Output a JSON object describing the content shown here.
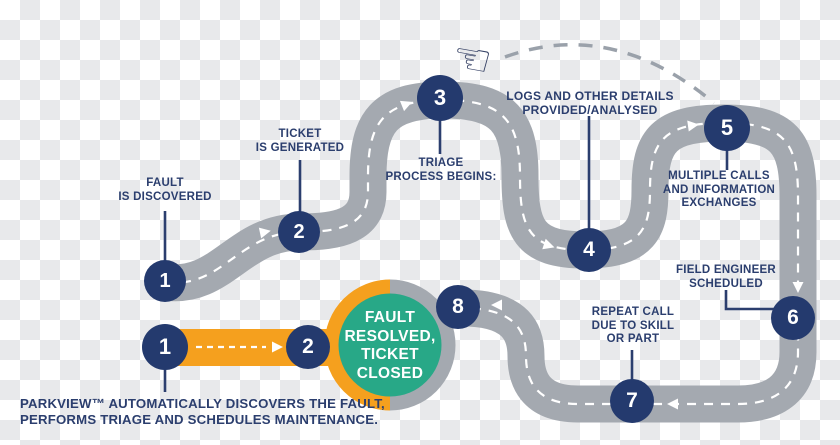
{
  "background": {
    "style": "transparency-checkerboard"
  },
  "palette": {
    "navy": "#243a6e",
    "text_navy": "#2b3e6e",
    "road_gray": "#a4a9b0",
    "orange": "#f5a01e",
    "teal": "#28a887",
    "white": "#ffffff"
  },
  "journey": {
    "steps": [
      {
        "num": "1",
        "label_lines": [
          "FAULT",
          "IS DISCOVERED"
        ]
      },
      {
        "num": "2",
        "label_lines": [
          "TICKET",
          "IS GENERATED"
        ]
      },
      {
        "num": "3",
        "label_lines": [
          "TRIAGE",
          "PROCESS BEGINS:"
        ]
      },
      {
        "num": "4",
        "label_lines": [
          "LOGS AND OTHER DETAILS",
          "PROVIDED/ANALYSED"
        ]
      },
      {
        "num": "5",
        "label_lines": [
          "MULTIPLE CALLS",
          "AND INFORMATION",
          "EXCHANGES"
        ]
      },
      {
        "num": "6",
        "label_lines": [
          "FIELD ENGINEER",
          "SCHEDULED"
        ]
      },
      {
        "num": "7",
        "label_lines": [
          "REPEAT CALL",
          "DUE TO SKILL",
          "OR PART"
        ]
      },
      {
        "num": "8",
        "label_lines": []
      }
    ]
  },
  "parkview": {
    "steps": [
      {
        "num": "1"
      },
      {
        "num": "2"
      }
    ],
    "result_lines": [
      "FAULT",
      "RESOLVED,",
      "TICKET",
      "CLOSED"
    ],
    "caption_lines": [
      "PARKVIEW™ AUTOMATICALLY DISCOVERS THE FAULT,",
      "PERFORMS TRIAGE AND SCHEDULES MAINTENANCE."
    ]
  },
  "icons": {
    "hand_pointer": "☜"
  }
}
